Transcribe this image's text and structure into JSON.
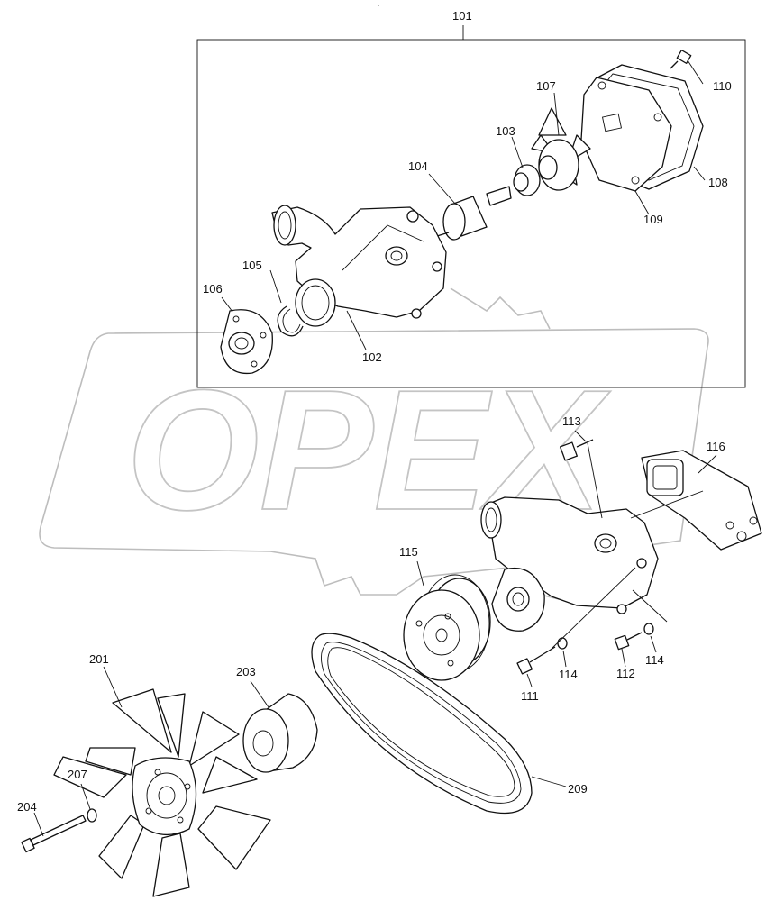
{
  "diagram": {
    "top_mark": "*",
    "watermark": "OPEX",
    "labels": {
      "p101": "101",
      "p102": "102",
      "p103": "103",
      "p104": "104",
      "p105": "105",
      "p106": "106",
      "p107": "107",
      "p108": "108",
      "p109": "109",
      "p110": "110",
      "p111": "111",
      "p112": "112",
      "p113": "113",
      "p114a": "114",
      "p114b": "114",
      "p115": "115",
      "p116": "116",
      "p201": "201",
      "p203": "203",
      "p204": "204",
      "p207": "207",
      "p209": "209"
    }
  }
}
